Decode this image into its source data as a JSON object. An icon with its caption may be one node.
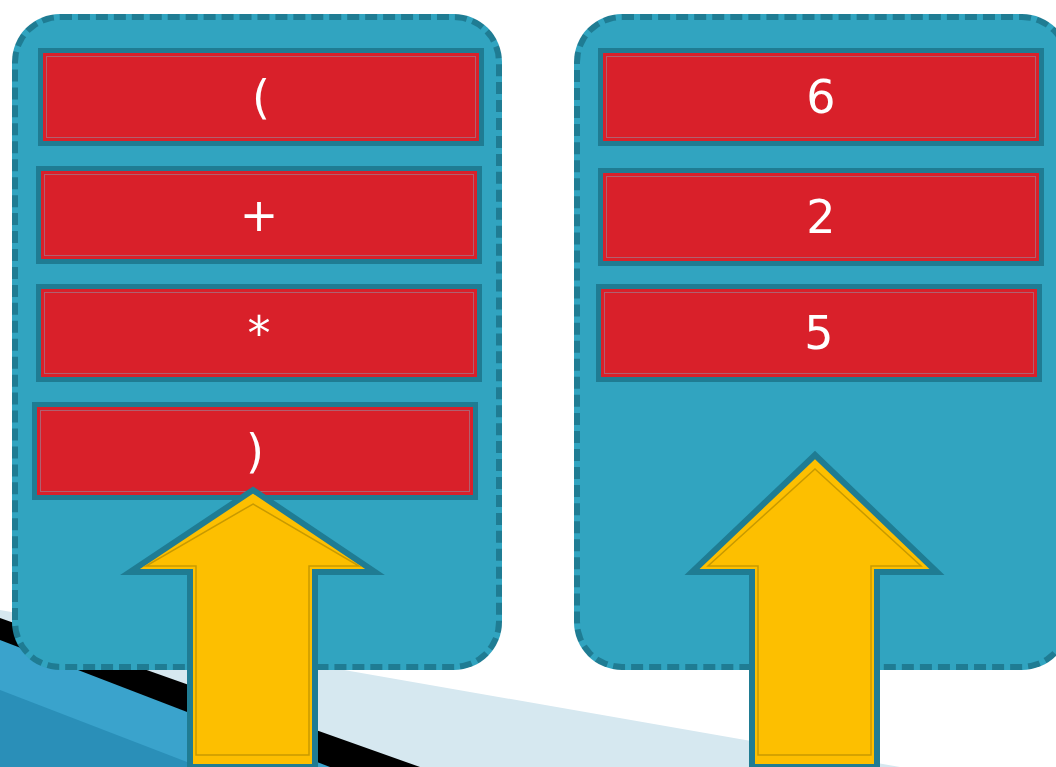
{
  "diagram": {
    "nodes": [
      {
        "text": [],
        "shape": "box"
      },
      {
        "text": [
          "("
        ],
        "in": 0
      },
      {
        "text": [
          "+"
        ],
        "in": 0
      },
      {
        "text": [
          "*"
        ],
        "in": 0
      },
      {
        "text": [
          ")"
        ],
        "in": 0
      },
      {
        "text": [],
        "shape": "box"
      },
      {
        "text": [
          "6"
        ],
        "in": 5
      },
      {
        "text": [
          "2"
        ],
        "in": 5
      },
      {
        "text": [
          "5"
        ],
        "in": 5
      }
    ]
  }
}
